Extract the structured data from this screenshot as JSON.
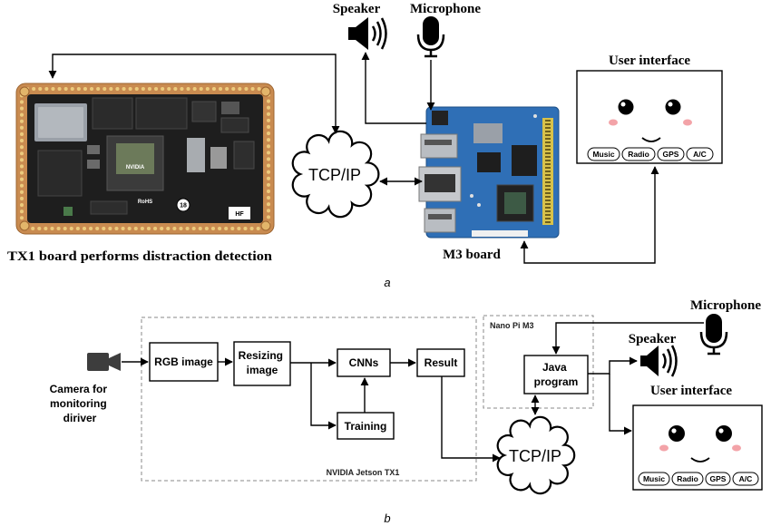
{
  "panel_a": {
    "caption": "a",
    "speaker_label": "Speaker",
    "microphone_label": "Microphone",
    "tx1_board": {
      "caption": "TX1 board performs distraction detection",
      "chip_logo": "NVIDIA",
      "rohs_mark": "RoHS",
      "sticker": "18",
      "hf_mark": "HF"
    },
    "cloud_label": "TCP/IP",
    "m3_board_label": "M3 board",
    "user_interface": {
      "title": "User interface",
      "buttons": [
        "Music",
        "Radio",
        "GPS",
        "A/C"
      ]
    }
  },
  "panel_b": {
    "caption": "b",
    "camera_label": [
      "Camera for",
      "monitoring",
      "diriver"
    ],
    "jetson_group_label": "NVIDIA Jetson TX1",
    "nanopi_group_label": "Nano Pi M3",
    "blocks": {
      "rgb": "RGB image",
      "resizing": [
        "Resizing",
        "image"
      ],
      "cnns": "CNNs",
      "training": "Training",
      "result": "Result",
      "java": [
        "Java",
        "program"
      ]
    },
    "cloud_label": "TCP/IP",
    "microphone_label": "Microphone",
    "speaker_label": "Speaker",
    "user_interface": {
      "title": "User interface",
      "buttons": [
        "Music",
        "Radio",
        "GPS",
        "A/C"
      ]
    }
  },
  "colors": {
    "tx1_board": "#c98b50",
    "m3_board": "#2f6fb6",
    "blush": "#f3a3a8",
    "group_border": "#8a8a8a",
    "arrow": "#000000"
  },
  "icons": {
    "speaker": "speaker-icon",
    "microphone": "microphone-icon",
    "camera": "camera-icon",
    "cloud": "cloud-icon"
  }
}
